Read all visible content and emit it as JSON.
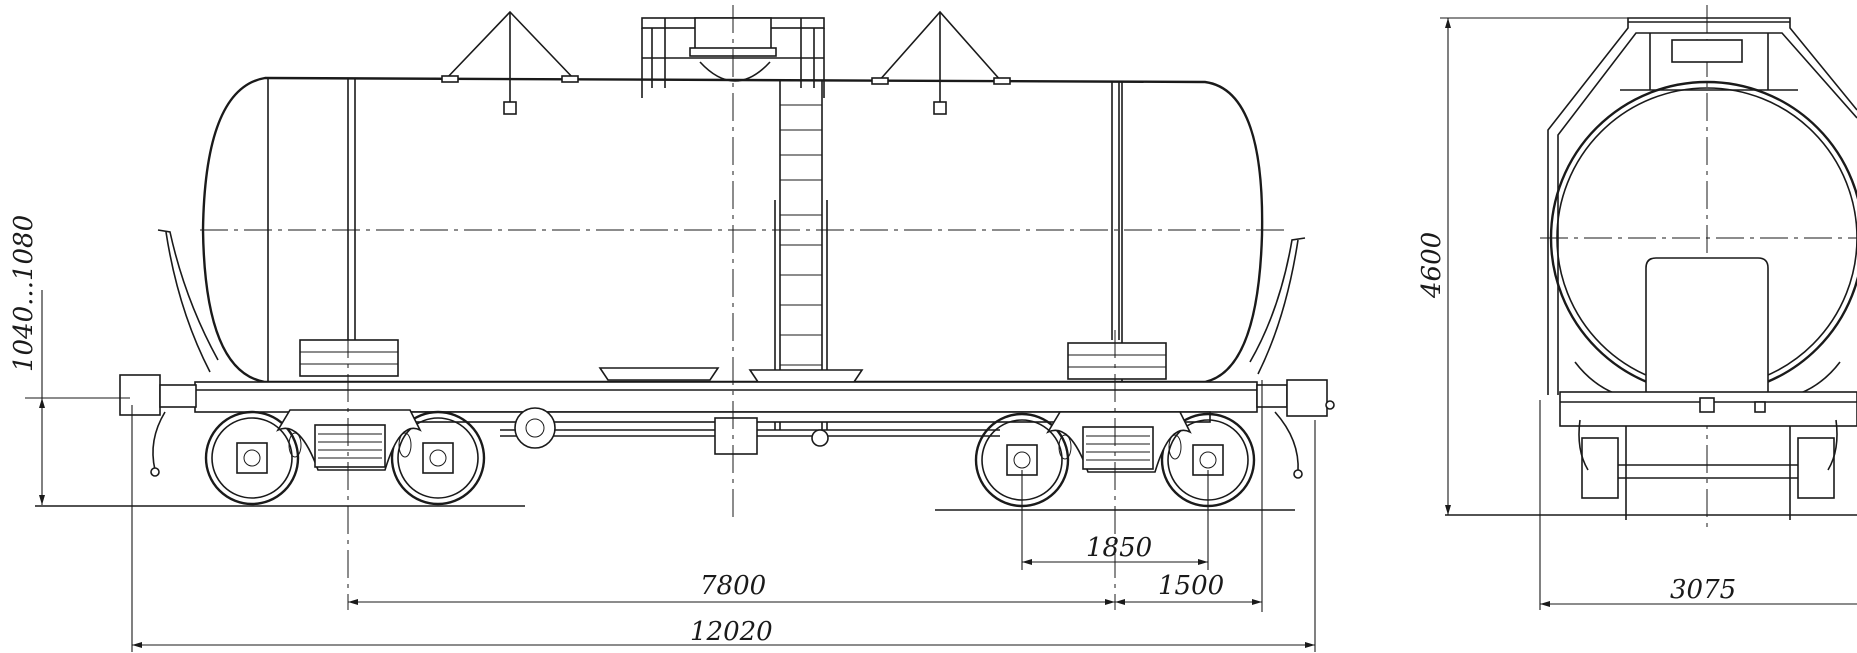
{
  "dimensions": {
    "coupler_height": "1040...1080",
    "total_height": "4600",
    "bogie_wheelbase": "1850",
    "bogie_centers": "7800",
    "overhang": "1500",
    "length_over_couplers": "12020",
    "width": "3075"
  }
}
